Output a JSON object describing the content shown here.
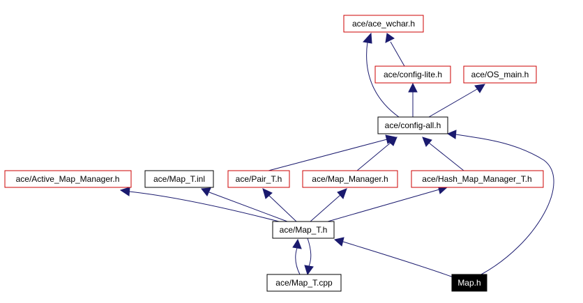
{
  "diagram": {
    "nodes": {
      "ace_wchar": {
        "label": "ace/ace_wchar.h",
        "kind": "red"
      },
      "config_lite": {
        "label": "ace/config-lite.h",
        "kind": "red"
      },
      "os_main": {
        "label": "ace/OS_main.h",
        "kind": "red"
      },
      "config_all": {
        "label": "ace/config-all.h",
        "kind": "black"
      },
      "active_map_manager": {
        "label": "ace/Active_Map_Manager.h",
        "kind": "red"
      },
      "map_t_inl": {
        "label": "ace/Map_T.inl",
        "kind": "black"
      },
      "pair_t": {
        "label": "ace/Pair_T.h",
        "kind": "red"
      },
      "map_manager": {
        "label": "ace/Map_Manager.h",
        "kind": "red"
      },
      "hash_map_manager_t": {
        "label": "ace/Hash_Map_Manager_T.h",
        "kind": "red"
      },
      "map_t_h": {
        "label": "ace/Map_T.h",
        "kind": "black"
      },
      "map_t_cpp": {
        "label": "ace/Map_T.cpp",
        "kind": "black"
      },
      "map_h": {
        "label": "Map.h",
        "kind": "current"
      }
    },
    "edges": [
      {
        "from": "config_lite",
        "to": "ace_wchar"
      },
      {
        "from": "config_all",
        "to": "ace_wchar"
      },
      {
        "from": "config_all",
        "to": "config_lite"
      },
      {
        "from": "config_all",
        "to": "os_main"
      },
      {
        "from": "pair_t",
        "to": "config_all"
      },
      {
        "from": "map_manager",
        "to": "config_all"
      },
      {
        "from": "hash_map_manager_t",
        "to": "config_all"
      },
      {
        "from": "map_h",
        "to": "config_all"
      },
      {
        "from": "map_t_h",
        "to": "active_map_manager"
      },
      {
        "from": "map_t_h",
        "to": "map_t_inl"
      },
      {
        "from": "map_t_h",
        "to": "pair_t"
      },
      {
        "from": "map_t_h",
        "to": "map_manager"
      },
      {
        "from": "map_t_h",
        "to": "hash_map_manager_t"
      },
      {
        "from": "map_t_h",
        "to": "map_t_cpp"
      },
      {
        "from": "map_t_cpp",
        "to": "map_t_h"
      },
      {
        "from": "map_h",
        "to": "map_t_h"
      }
    ]
  }
}
